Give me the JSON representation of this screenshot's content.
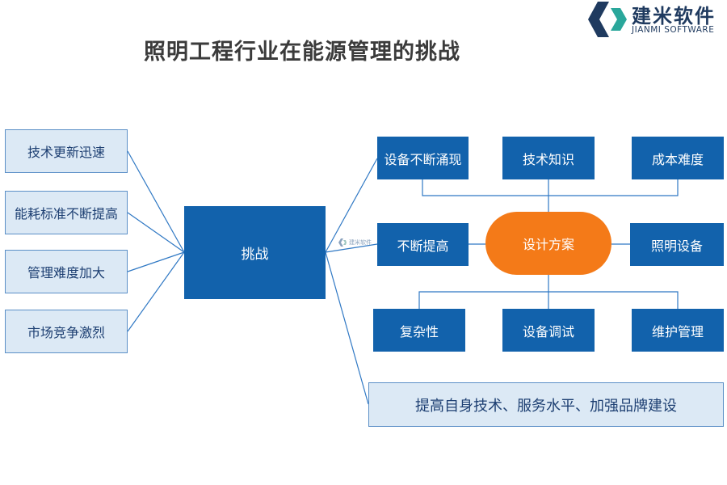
{
  "title": "照明工程行业在能源管理的挑战",
  "logo": {
    "name": "建米软件",
    "tagline": "JIANMI SOFTWARE"
  },
  "watermark": "建米软件",
  "left_items": [
    "技术更新迅速",
    "能耗标准不断提高",
    "管理难度加大",
    "市场竞争激烈"
  ],
  "center": "挑战",
  "top_row": [
    "设备不断涌现",
    "技术知识",
    "成本难度"
  ],
  "middle_row": {
    "left": "不断提高",
    "hub": "设计方案",
    "right": "照明设备"
  },
  "bottom_row": [
    "复杂性",
    "设备调试",
    "维护管理"
  ],
  "conclusion": "提高自身技术、服务水平、加强品牌建设",
  "colors": {
    "dark_box": "#1262ac",
    "light_box": "#dce9f5",
    "hub": "#f47a18",
    "line": "#2f78c4"
  }
}
